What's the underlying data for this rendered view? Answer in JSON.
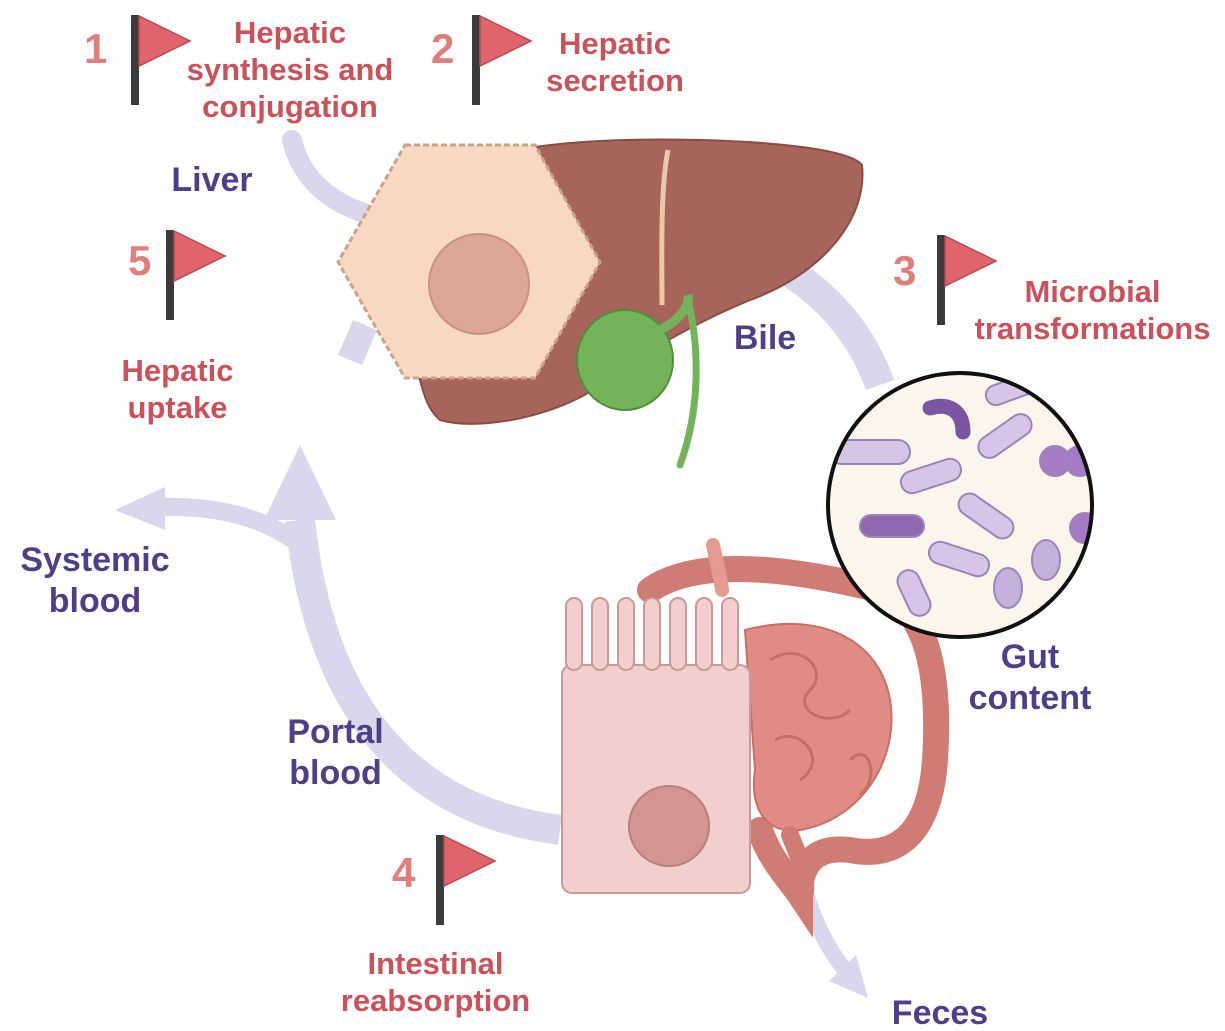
{
  "steps": [
    {
      "number": "1",
      "title_lines": [
        "Hepatic",
        "synthesis and",
        "conjugation"
      ]
    },
    {
      "number": "2",
      "title_lines": [
        "Hepatic",
        "secretion"
      ]
    },
    {
      "number": "3",
      "title_lines": [
        "Microbial",
        "transformations"
      ]
    },
    {
      "number": "4",
      "title_lines": [
        "Intestinal",
        "reabsorption"
      ]
    },
    {
      "number": "5",
      "title_lines": [
        "Hepatic",
        "uptake"
      ]
    }
  ],
  "locations": {
    "liver": "Liver",
    "bile": "Bile",
    "gut_content_lines": [
      "Gut",
      "content"
    ],
    "portal_blood_lines": [
      "Portal",
      "blood"
    ],
    "systemic_blood_lines": [
      "Systemic",
      "blood"
    ],
    "feces": "Feces"
  },
  "colors": {
    "step_text": "#c9525b",
    "step_number": "#e07e7e",
    "location_text": "#4f3f86",
    "flag": "#e0646c",
    "flag_pole": "#3b3b3b",
    "cycle_arrow": "#d9d7ec",
    "liver_tissue": "#a7645a",
    "hepatocyte": "#f8d8c3",
    "gallbladder": "#73b45a",
    "intestine": "#e08c84",
    "enterocyte": "#f2cfcd",
    "bacteria": "#d7c4e6"
  }
}
